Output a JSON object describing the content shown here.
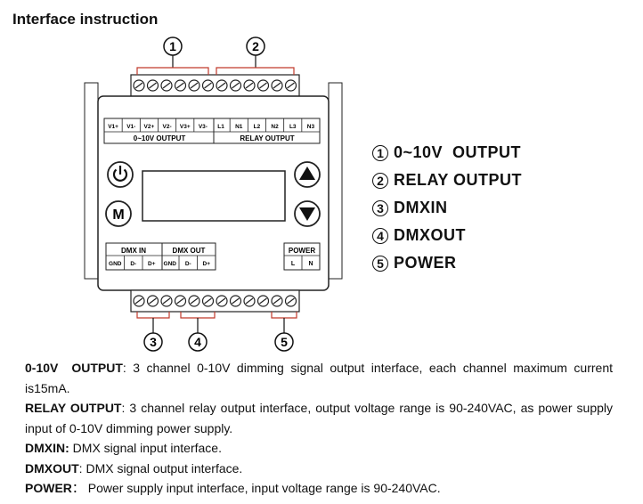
{
  "title": "Interface instruction",
  "device": {
    "top_terminals": [
      "V1+",
      "V1-",
      "V2+",
      "V2-",
      "V3+",
      "V3-",
      "L1",
      "N1",
      "L2",
      "N2",
      "L3",
      "N3"
    ],
    "top_group_labels": [
      "0~10V OUTPUT",
      "RELAY OUTPUT"
    ],
    "dmx_in_label": "DMX IN",
    "dmx_out_label": "DMX OUT",
    "dmx_terminals": [
      "GND",
      "D-",
      "D+",
      "GND",
      "D-",
      "D+"
    ],
    "power_label": "POWER",
    "power_terminals": [
      "L",
      "N"
    ],
    "m_button_label": "M",
    "callouts": [
      "1",
      "2",
      "3",
      "4",
      "5"
    ]
  },
  "legend": [
    {
      "num": "1",
      "label": "0~10V  OUTPUT"
    },
    {
      "num": "2",
      "label": "RELAY OUTPUT"
    },
    {
      "num": "3",
      "label": "DMXIN"
    },
    {
      "num": "4",
      "label": "DMXOUT"
    },
    {
      "num": "5",
      "label": "POWER"
    }
  ],
  "descriptions": [
    {
      "term": "0-10V  OUTPUT",
      "sep": ": ",
      "text": "3 channel 0-10V dimming signal output interface, each channel maximum current is15mA."
    },
    {
      "term": "RELAY OUTPUT",
      "sep": ": ",
      "text": "3 channel relay output interface, output voltage range is 90-240VAC, as power supply input of 0-10V dimming power supply."
    },
    {
      "term": "DMXIN:",
      "sep": " ",
      "text": "DMX signal input interface."
    },
    {
      "term": "DMXOUT",
      "sep": ": ",
      "text": "DMX signal output interface."
    },
    {
      "term": "POWER",
      "sep": "： ",
      "text": "Power supply input interface, input voltage range is 90-240VAC."
    }
  ]
}
